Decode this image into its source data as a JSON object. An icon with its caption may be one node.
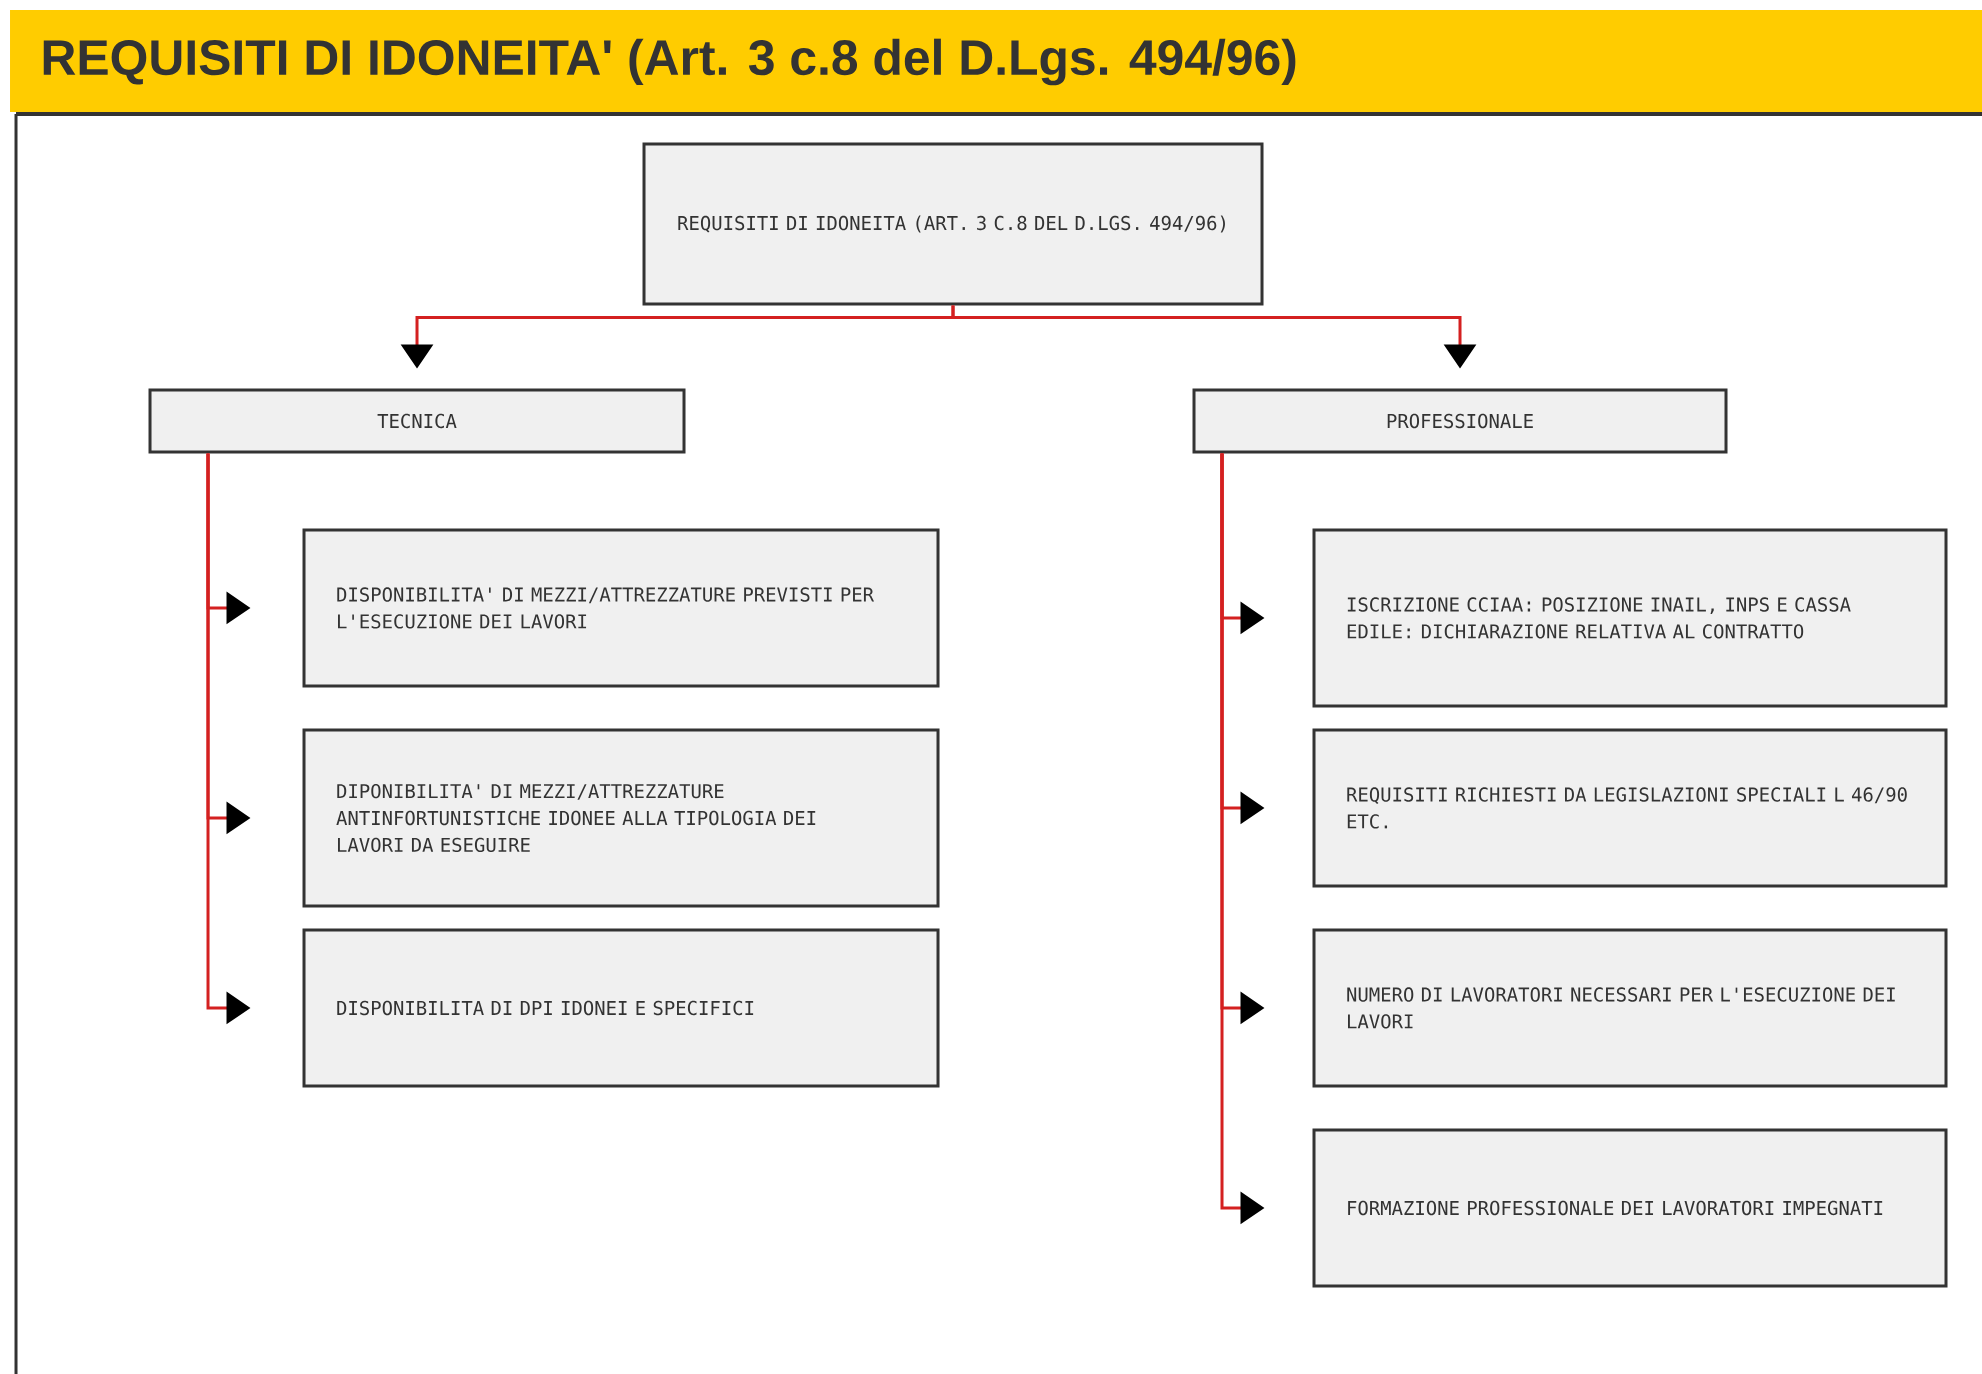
{
  "diagram": {
    "title": "REQUISITI DI IDONEITA' (Art. 3 c.8 del D.Lgs. 494/96)",
    "nodes": [
      {
        "text": [
          "REQUISITI DI IDONEITA (ART. 3 C.8 DEL D.LGS. 494/96)"
        ]
      },
      {
        "text": [
          "TECNICA"
        ]
      },
      {
        "text": [
          "PROFESSIONALE"
        ]
      },
      {
        "text": [
          "DISPONIBILITA' DI MEZZI/ATTREZZATURE PREVISTI PER L'ESECUZIONE DEI LAVORI"
        ]
      },
      {
        "text": [
          "DIPONIBILITA' DI MEZZI/ATTREZZATURE ANTINFORTUNISTICHE IDONEE ALLA TIPOLOGIA DEI LAVORI DA ESEGUIRE"
        ]
      },
      {
        "text": [
          "DISPONIBILITA DI DPI IDONEI E SPECIFICI"
        ]
      },
      {
        "text": [
          "ISCRIZIONE CCIAA: POSIZIONE INAIL, INPS E CASSA EDILE: DICHIARAZIONE RELATIVA AL CONTRATTO"
        ]
      },
      {
        "text": [
          "REQUISITI RICHIESTI DA LEGISLAZIONI SPECIALI L 46/90 ETC."
        ]
      },
      {
        "text": [
          "NUMERO DI LAVORATORI NECESSARI PER L'ESECUZIONE DEI LAVORI"
        ]
      },
      {
        "text": [
          "FORMAZIONE PROFESSIONALE DEI LAVORATORI IMPEGNATI"
        ]
      }
    ],
    "edges": [
      {
        "from": 0,
        "to": 1,
        "arrow": "to"
      },
      {
        "from": 0,
        "to": 2,
        "arrow": "to"
      },
      {
        "from": 1,
        "to": 3,
        "arrow": "to"
      },
      {
        "from": 1,
        "to": 4,
        "arrow": "to"
      },
      {
        "from": 1,
        "to": 5,
        "arrow": "to"
      },
      {
        "from": 2,
        "to": 6,
        "arrow": "to"
      },
      {
        "from": 2,
        "to": 7,
        "arrow": "to"
      },
      {
        "from": 2,
        "to": 8,
        "arrow": "to"
      },
      {
        "from": 2,
        "to": 9,
        "arrow": "to"
      }
    ]
  }
}
